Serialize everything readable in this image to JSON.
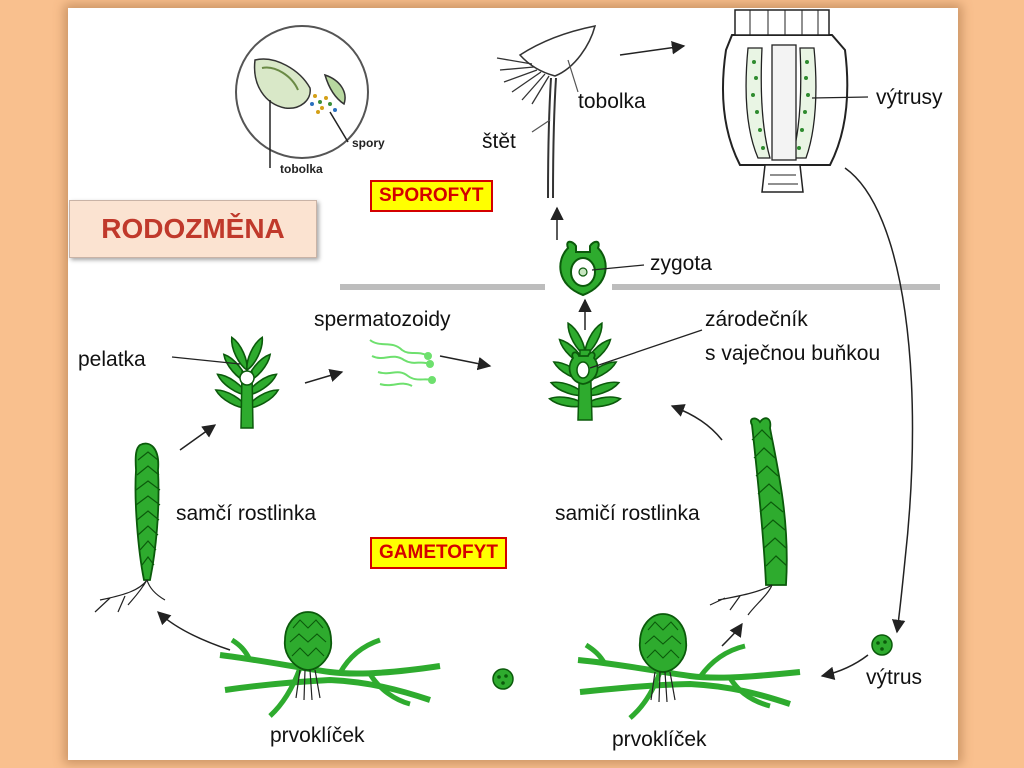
{
  "title": "RODOZMĚNA",
  "phases": {
    "sporophyte": "SPOROFYT",
    "gametophyte": "GAMETOFYT"
  },
  "labels": {
    "tobolka": "tobolka",
    "stet": "štět",
    "vytrusy": "výtrusy",
    "zygota": "zygota",
    "spermatozoidy": "spermatozoidy",
    "zarodecnik_line1": "zárodečník",
    "zarodecnik_line2": "s vaječnou buňkou",
    "pelatka": "pelatka",
    "samci_rostlinka": "samčí rostlinka",
    "samici_rostlinka": "samičí rostlinka",
    "vytrus": "výtrus",
    "prvoklicek_left": "prvoklíček",
    "prvoklicek_right": "prvoklíček"
  },
  "inset": {
    "spory": "spory",
    "tobolka": "tobolka"
  },
  "colors": {
    "plant": "#2eab2e",
    "plant_dark": "#0b5a0b",
    "phase_text": "#d40000",
    "title_text": "#c0392b",
    "background": "#f9c08e"
  }
}
